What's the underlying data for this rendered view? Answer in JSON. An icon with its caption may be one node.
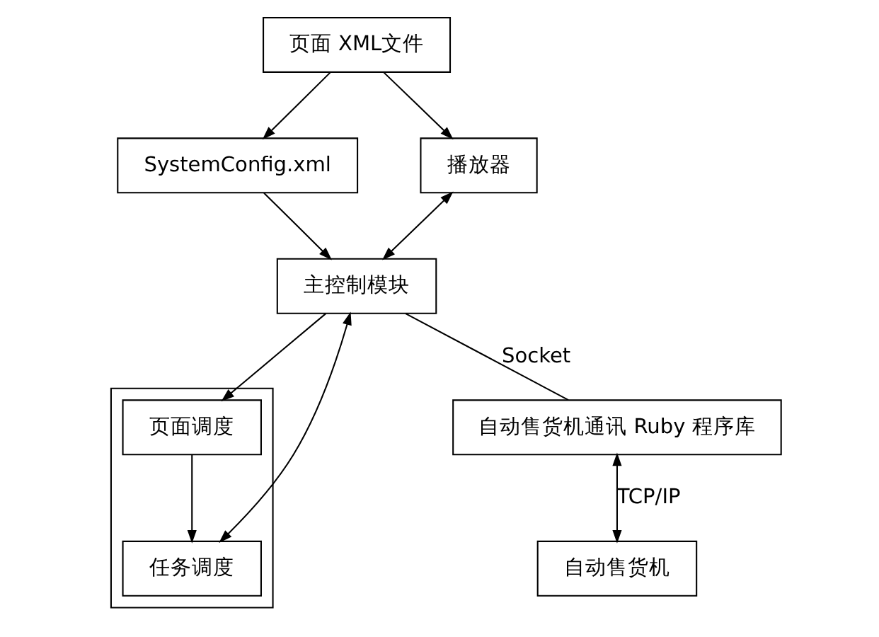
{
  "diagram": {
    "nodes": [
      {
        "text": [
          "SystemConfig.xml"
        ]
      },
      {
        "text": [
          "主控制模块"
        ]
      },
      {
        "text": [
          "页面 XML文件"
        ]
      },
      {
        "text": [
          "自动售货机通讯 Ruby 程序库"
        ]
      },
      {
        "text": [],
        "shape": "box"
      },
      {
        "text": [
          "任务调度"
        ],
        "in": 4
      },
      {
        "text": [
          "页面调度"
        ],
        "in": 4
      },
      {
        "text": [
          "播放器"
        ]
      },
      {
        "text": [
          "自动售货机"
        ]
      }
    ],
    "edges": [
      {
        "from": 2,
        "to": 0,
        "arrow": "to"
      },
      {
        "from": 0,
        "to": 1,
        "arrow": "to"
      },
      {
        "from": 2,
        "to": 7,
        "arrow": "to"
      },
      {
        "from": 7,
        "to": 1,
        "arrow": "both"
      },
      {
        "from": 1,
        "to": 5,
        "arrow": "both"
      },
      {
        "from": 6,
        "to": 5,
        "arrow": "to"
      },
      {
        "from": 1,
        "to": 6,
        "arrow": "to"
      },
      {
        "from": 1,
        "to": 3,
        "arrow": "none",
        "label": "Socket"
      },
      {
        "from": 3,
        "to": 8,
        "arrow": "both",
        "label": "TCP/IP"
      }
    ]
  }
}
